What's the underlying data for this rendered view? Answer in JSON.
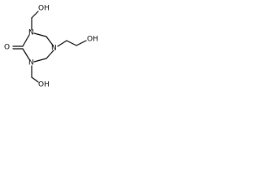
{
  "molecule": {
    "atoms": {
      "n1": "N",
      "n3": "N",
      "n5": "N",
      "o_carbonyl": "O",
      "oh_top": "OH",
      "oh_bottom": "OH",
      "oh_right": "OH"
    },
    "colors": {
      "bond": "#000000",
      "text": "#000000",
      "background": "#ffffff"
    }
  }
}
